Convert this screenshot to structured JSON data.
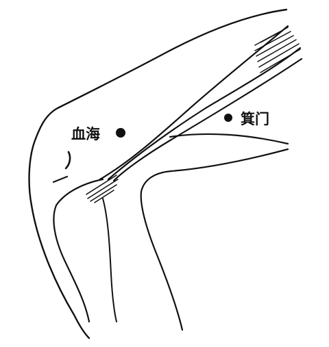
{
  "diagram": {
    "points": [
      {
        "id": "xuehai",
        "label": "血海"
      },
      {
        "id": "jimen",
        "label": "箕门"
      }
    ]
  },
  "colors": {
    "ink": "#111111",
    "background": "#ffffff"
  }
}
